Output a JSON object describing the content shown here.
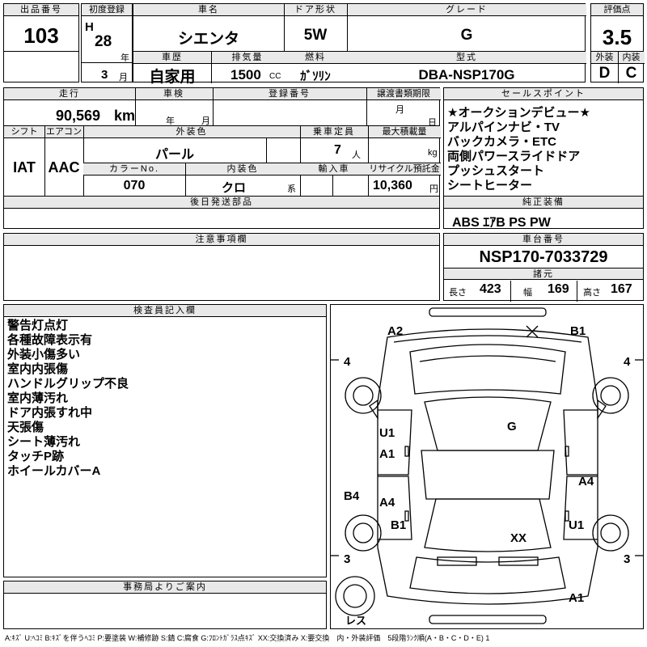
{
  "header": {
    "lot_no_label": "出品番号",
    "lot_no": "103",
    "first_reg_label": "初度登録",
    "era": "H",
    "reg_year": "28",
    "year_unit": "年",
    "reg_month": "3",
    "month_unit": "月",
    "car_name_label": "車名",
    "car_name": "シエンタ",
    "door_label": "ドア形状",
    "door": "5W",
    "grade_label": "グレード",
    "grade": "G",
    "score_label": "評価点",
    "score": "3.5",
    "history_label": "車歴",
    "history": "自家用",
    "displacement_label": "排気量",
    "displacement": "1500",
    "cc": "CC",
    "fuel_label": "燃料",
    "fuel": "ｶﾞｿﾘﾝ",
    "model_label": "型式",
    "model": "DBA-NSP170G",
    "ext_label": "外装",
    "ext": "D",
    "int_label": "内装",
    "int": "C"
  },
  "row2": {
    "mileage_label": "走行",
    "mileage": "90,569",
    "km": "km",
    "inspection_label": "車検",
    "ins_year_unit": "年",
    "ins_month_unit": "月",
    "regno_label": "登録番号",
    "transfer_label": "譲渡書類期限",
    "tr_month_unit": "月",
    "tr_day_unit": "日",
    "shift_label": "シフト",
    "shift": "IAT",
    "ac_label": "エアコン",
    "ac": "AAC",
    "color_label": "外装色",
    "color": "パール",
    "seats_label": "乗車定員",
    "seats": "7",
    "seats_unit": "人",
    "load_label": "最大積載量",
    "load_unit": "kg",
    "colorno_label": "カラーNo.",
    "colorno": "070",
    "intcolor_label": "内装色",
    "intcolor": "クロ",
    "intcolor_unit": "系",
    "import_label": "輸入車",
    "recycle_label": "リサイクル預託金",
    "recycle": "10,360",
    "recycle_unit": "円",
    "later_label": "後日発送部品"
  },
  "sales": {
    "label": "セールスポイント",
    "items": [
      "★オークションデビュー★",
      "アルパインナビ・TV",
      "バックカメラ・ETC",
      "両側パワースライドドア",
      "プッシュスタート",
      "シートヒーター"
    ]
  },
  "equip": {
    "label": "純正装備",
    "value": "ABS ｴｱB PS PW"
  },
  "chassis": {
    "label": "車台番号",
    "value": "NSP170-7033729",
    "dims_label": "諸元",
    "len_label": "長さ",
    "len": "423",
    "wid_label": "幅",
    "wid": "169",
    "hei_label": "高さ",
    "hei": "167"
  },
  "notes": {
    "label": "注意事項欄"
  },
  "inspector": {
    "label": "検査員記入欄",
    "items": [
      "警告灯点灯",
      "各種故障表示有",
      "外装小傷多い",
      "室内内張傷",
      "ハンドルグリップ不良",
      "室内薄汚れ",
      "ドア内張すれ中",
      "天張傷",
      "シート薄汚れ",
      "タッチP跡",
      "ホイールカバーA"
    ]
  },
  "office": {
    "label": "事務局よりご案内"
  },
  "diagram": {
    "a2": "A2",
    "b1_top": "B1",
    "u1_left": "U1",
    "a1_left": "A1",
    "g": "G",
    "a4_right": "A4",
    "b4": "B4",
    "a4_left": "A4",
    "b1_left": "B1",
    "u1_right": "U1",
    "xx": "XX",
    "a1_bottom": "A1",
    "tire_tl": "4",
    "tire_tr": "4",
    "tire_bl": "3",
    "tire_br": "3",
    "spare": "レス"
  },
  "footer": "A:ｷｽﾞ U:ﾍｺﾐ B:ｷｽﾞを伴うﾍｺﾐ P:要塗装 W:補修跡 S:錆 C:腐食 G:ﾌﾛﾝﾄｶﾞﾗｽ点ｷｽﾞ XX:交換済み X:要交換　内・外装評価　5段階ﾗﾝｸ順(A・B・C・D・E) 1"
}
